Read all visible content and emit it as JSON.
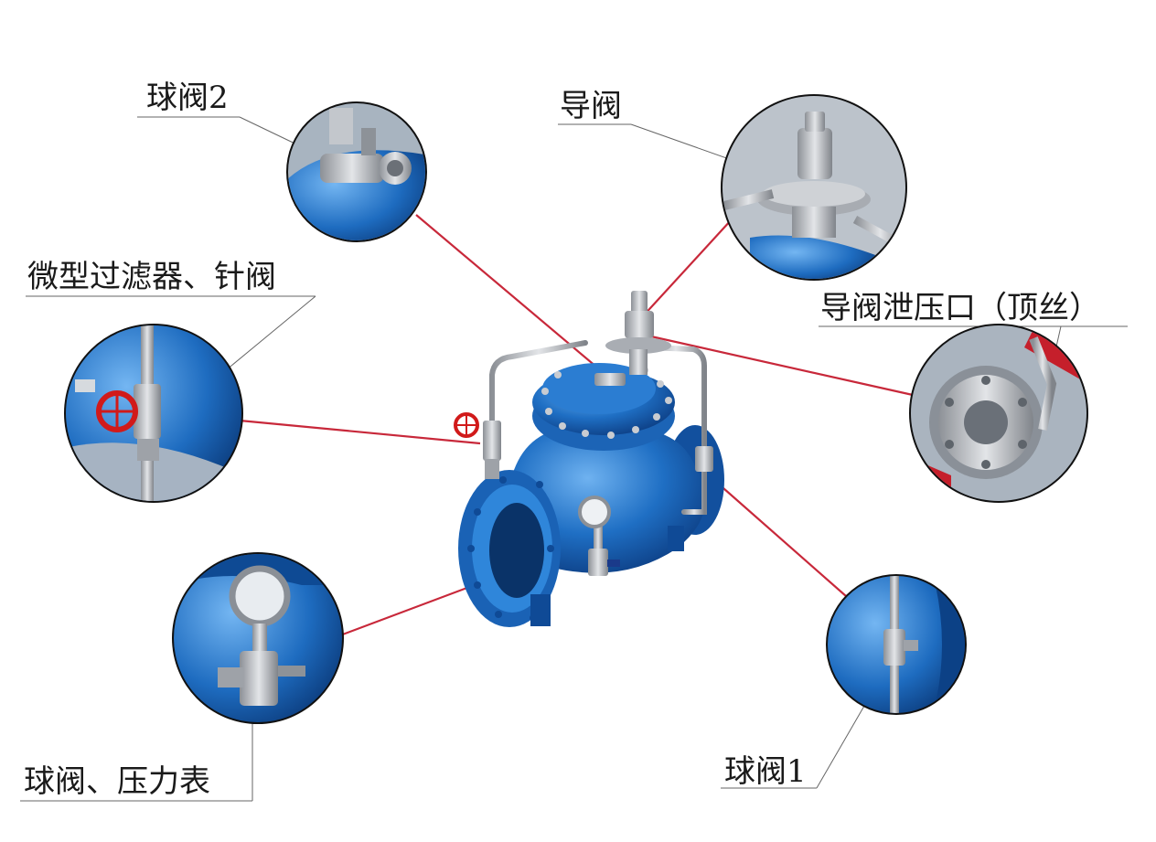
{
  "labels": {
    "ball_valve_2": "球阀2",
    "pilot_valve": "导阀",
    "micro_filter_needle_valve": "微型过滤器、针阀",
    "pilot_relief_port": "导阀泄压口（顶丝）",
    "ball_valve_gauge": "球阀、压力表",
    "ball_valve_1": "球阀1"
  },
  "colors": {
    "valve_blue": "#1f6fc4",
    "valve_blue_dark": "#0f4a96",
    "valve_blue_light": "#5aa0e6",
    "steel": "#b9bcc2",
    "steel_dark": "#7d8188",
    "leader_red": "#c8283a",
    "handwheel_red": "#d11a1a"
  },
  "icons": {
    "main_valve": "control-valve-icon",
    "handwheel": "handwheel-icon",
    "gauge": "pressure-gauge-icon"
  }
}
